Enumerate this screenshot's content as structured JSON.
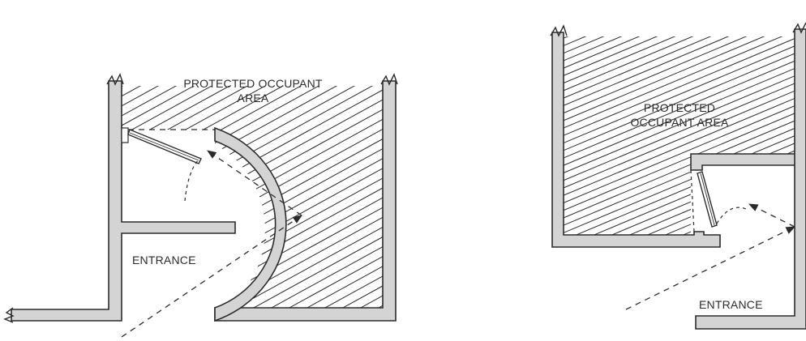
{
  "left_diagram": {
    "area_label_line1": "PROTECTED OCCUPANT",
    "area_label_line2": "AREA",
    "entrance_label": "ENTRANCE"
  },
  "right_diagram": {
    "area_label_line1": "PROTECTED",
    "area_label_line2": "OCCUPANT AREA",
    "entrance_label": "ENTRANCE"
  }
}
